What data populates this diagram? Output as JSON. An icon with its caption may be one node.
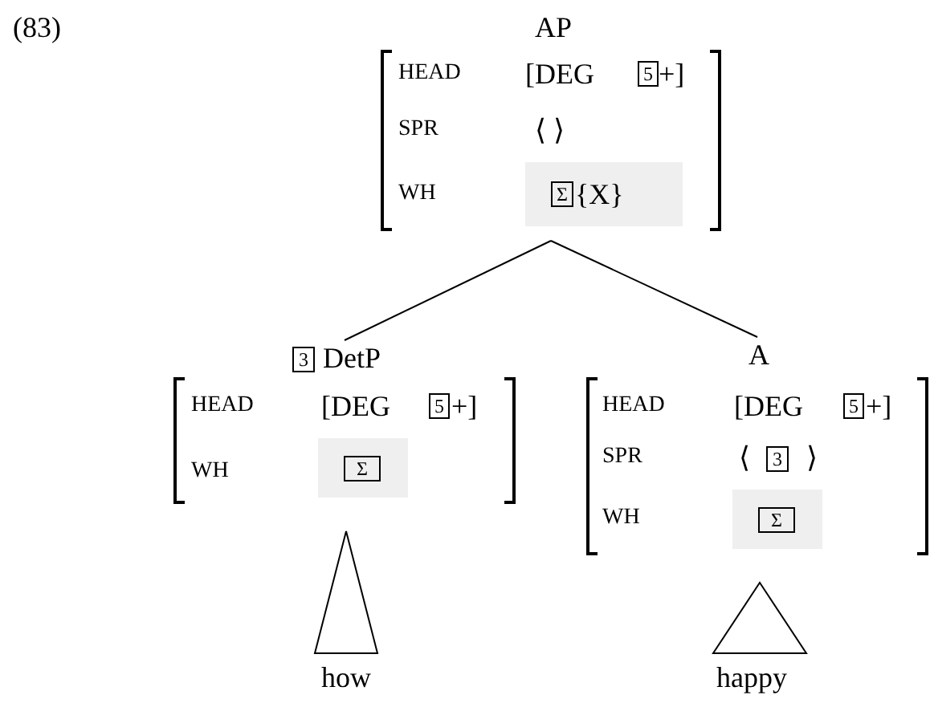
{
  "diagram": {
    "nodes": [
      {
        "text": [
          "AP",
          "HEAD",
          "[DEG",
          "+]",
          "SPR",
          "⟨ ⟩",
          "WH"
        ]
      },
      {
        "text": [
          "5"
        ],
        "in": 0
      },
      {
        "text": [
          "{X}"
        ],
        "in": 0
      },
      {
        "text": [
          "Σ"
        ],
        "in": 2
      },
      {
        "text": [
          "DetP",
          "HEAD",
          "[DEG",
          "+]",
          "WH"
        ]
      },
      {
        "text": [
          "3"
        ],
        "in": 4
      },
      {
        "text": [
          "5"
        ],
        "in": 4
      },
      {
        "text": [],
        "shape": "box",
        "in": 4
      },
      {
        "text": [
          "Σ"
        ],
        "in": 7
      },
      {
        "text": [
          "A",
          "HEAD",
          "[DEG",
          "+]",
          "SPR",
          "⟨",
          "⟩",
          "WH"
        ]
      },
      {
        "text": [
          "5"
        ],
        "in": 9
      },
      {
        "text": [
          "3"
        ],
        "in": 9
      },
      {
        "text": [],
        "shape": "box",
        "in": 9
      },
      {
        "text": [
          "Σ"
        ],
        "in": 12
      },
      {
        "text": [],
        "shape": "triangle",
        "beside": [
          "how"
        ]
      },
      {
        "text": [],
        "shape": "triangle",
        "beside": [
          "happy"
        ]
      }
    ],
    "edges": [
      {
        "from": 0,
        "to": 4,
        "arrow": "none"
      },
      {
        "from": 0,
        "to": 9,
        "arrow": "none"
      }
    ],
    "labels": [
      "(83)"
    ]
  }
}
